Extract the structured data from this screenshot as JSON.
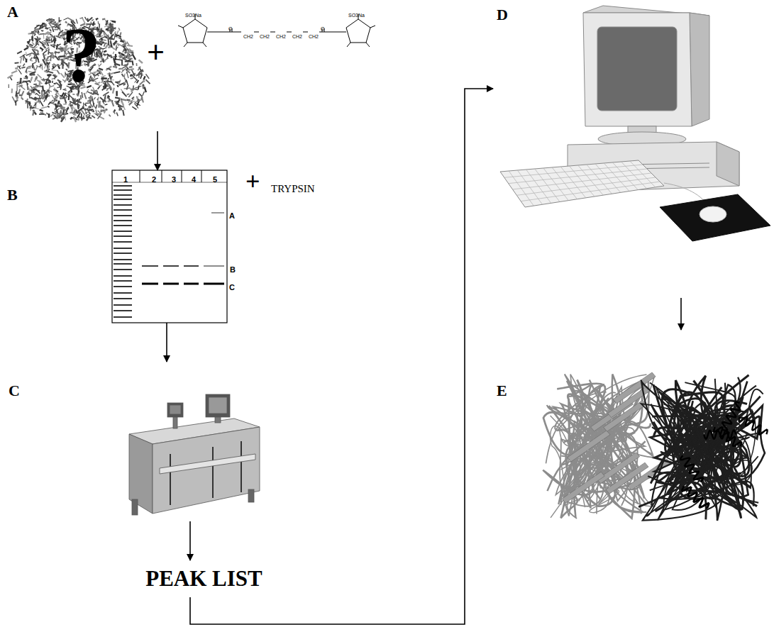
{
  "diagram": {
    "nodes": [
      {
        "text": [
          "A",
          "?"
        ]
      },
      {
        "text": [
          "B",
          "1",
          "2",
          "3",
          "4",
          "5",
          "A",
          "B",
          "C"
        ]
      },
      {
        "text": [
          "C"
        ]
      },
      {
        "text": [
          "PEAK LIST"
        ]
      },
      {
        "text": [
          "D"
        ]
      },
      {
        "text": [
          "E"
        ]
      }
    ],
    "edges": [
      {
        "from": 0,
        "to": 1,
        "arrow": "to"
      },
      {
        "from": 1,
        "to": 2,
        "arrow": "to"
      },
      {
        "from": 2,
        "to": 3,
        "arrow": "to"
      },
      {
        "from": 3,
        "to": 4,
        "arrow": "to"
      },
      {
        "from": 4,
        "to": 5,
        "arrow": "to"
      }
    ],
    "labels": [
      "+",
      "SO3Na",
      "SO3Na",
      "O",
      "O",
      "CH2",
      "CH2",
      "CH2",
      "CH2",
      "CH2",
      "+",
      "TRYPSIN"
    ]
  }
}
